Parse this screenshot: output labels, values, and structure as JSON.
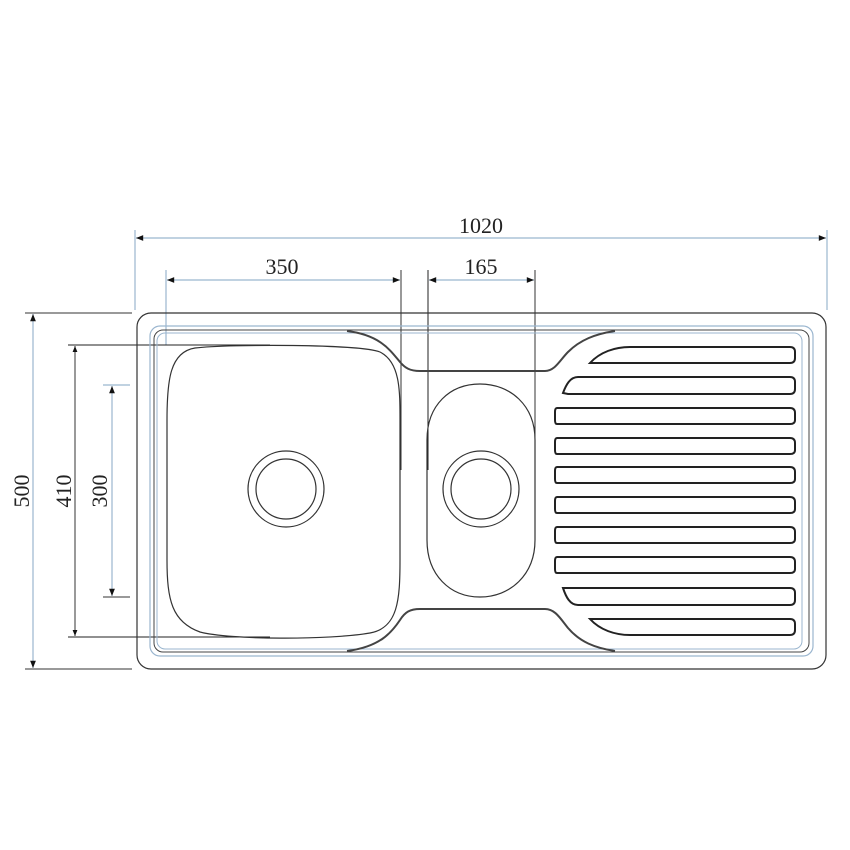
{
  "diagram": {
    "type": "technical-drawing",
    "subject": "double bowl kitchen sink with drainboard (top view)",
    "units": "mm",
    "colors": {
      "outline": "#2a2a2a",
      "dim_line": "#9bb6cf",
      "text": "#222222"
    }
  },
  "dimensions": {
    "overall_width": "1020",
    "large_bowl_width": "350",
    "small_bowl_width": "165",
    "overall_depth": "500",
    "bowl_depth": "410",
    "inner_depth": "300"
  },
  "components": {
    "large_bowl": {
      "label": "large-bowl",
      "drain": "drain-large"
    },
    "small_bowl": {
      "label": "small-bowl",
      "drain": "drain-small"
    },
    "drainboard": {
      "label": "drainboard",
      "rib_count": 10
    }
  }
}
